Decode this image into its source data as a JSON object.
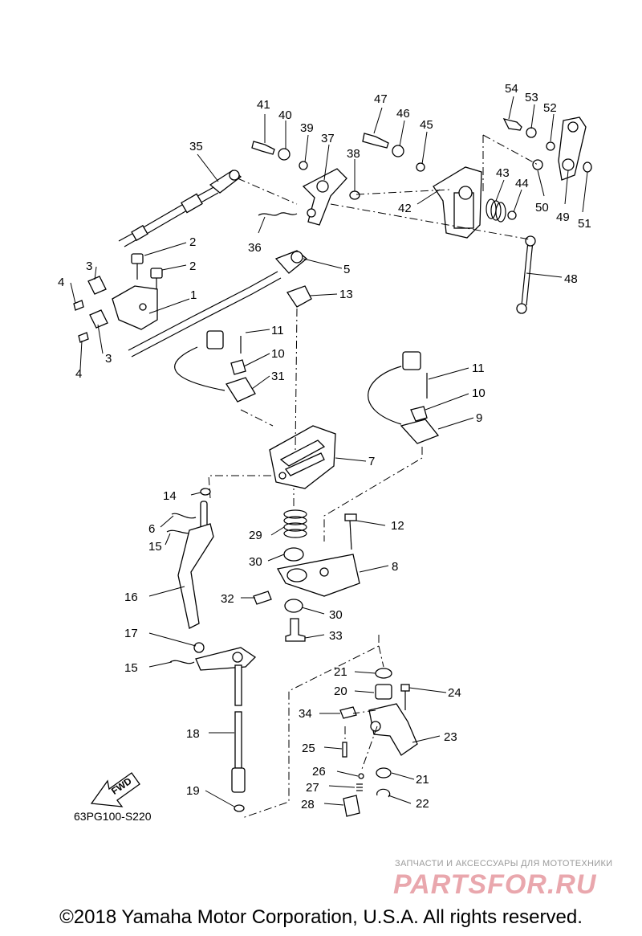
{
  "diagram": {
    "callouts": [
      "1",
      "2",
      "3",
      "4",
      "5",
      "6",
      "7",
      "8",
      "9",
      "10",
      "11",
      "12",
      "13",
      "14",
      "15",
      "16",
      "17",
      "18",
      "19",
      "20",
      "21",
      "22",
      "23",
      "24",
      "25",
      "26",
      "27",
      "28",
      "29",
      "30",
      "31",
      "32",
      "33",
      "34",
      "35",
      "36",
      "37",
      "38",
      "39",
      "40",
      "41",
      "42",
      "43",
      "44",
      "45",
      "46",
      "47",
      "48",
      "49",
      "50",
      "51",
      "52",
      "53",
      "54"
    ],
    "drawing_code": "63PG100-S220",
    "fwd_label": "FWD"
  },
  "watermark": {
    "tagline": "ЗАПЧАСТИ И АКСЕССУАРЫ ДЛЯ МОТОТЕХНИКИ",
    "brand": "PARTSFOR.RU"
  },
  "footer": {
    "copyright": "©2018 Yamaha Motor Corporation, U.S.A. All rights reserved."
  }
}
